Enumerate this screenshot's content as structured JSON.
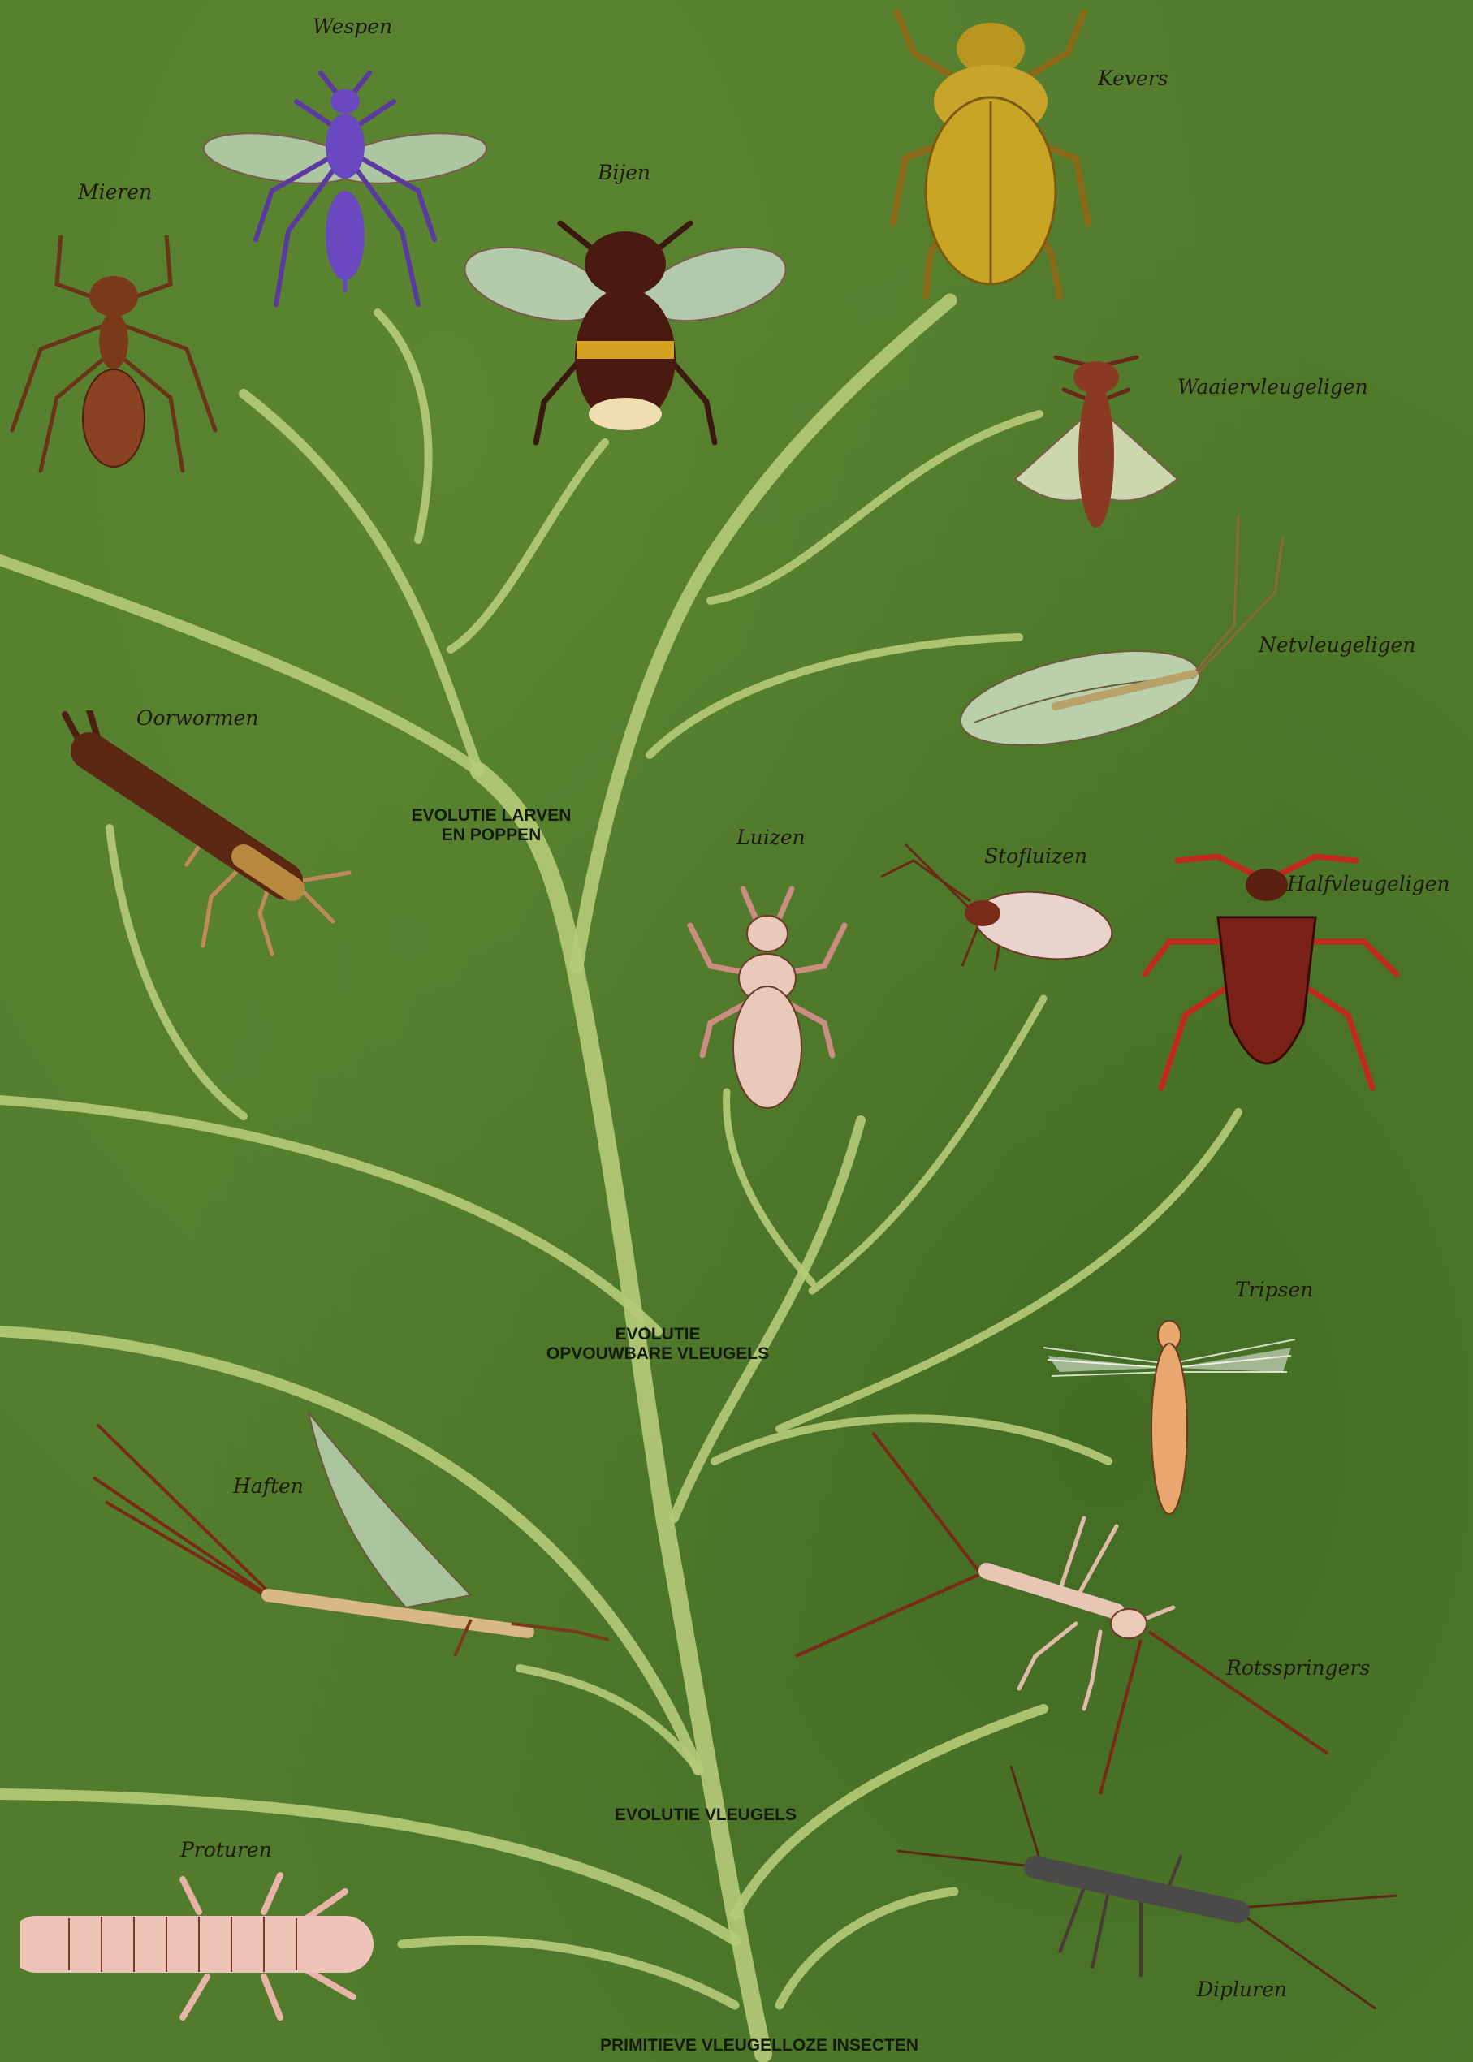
{
  "milestones": {
    "larven": [
      "EVOLUTIE LARVEN",
      "EN POPPEN"
    ],
    "opvouwbaar": [
      "EVOLUTIE",
      "OPVOUWBARE VLEUGELS"
    ],
    "vleugels": "EVOLUTIE VLEUGELS",
    "primitief": "PRIMITIEVE VLEUGELLOZE INSECTEN"
  },
  "groups": {
    "wespen": "Wespen",
    "kevers": "Kevers",
    "mieren": "Mieren",
    "bijen": "Bijen",
    "waaiervleugeligen": "Waaiervleugeligen",
    "netvleugeligen": "Netvleugeligen",
    "oorwormen": "Oorwormen",
    "luizen": "Luizen",
    "stofluizen": "Stofluizen",
    "halfvleugeligen": "Halfvleugeligen",
    "tripsen": "Tripsen",
    "haften": "Haften",
    "rotsspringers": "Rotsspringers",
    "proturen": "Proturen",
    "dipluren": "Dipluren"
  },
  "colors": {
    "background": "#527c2c",
    "branch": "#b6cb7a"
  }
}
